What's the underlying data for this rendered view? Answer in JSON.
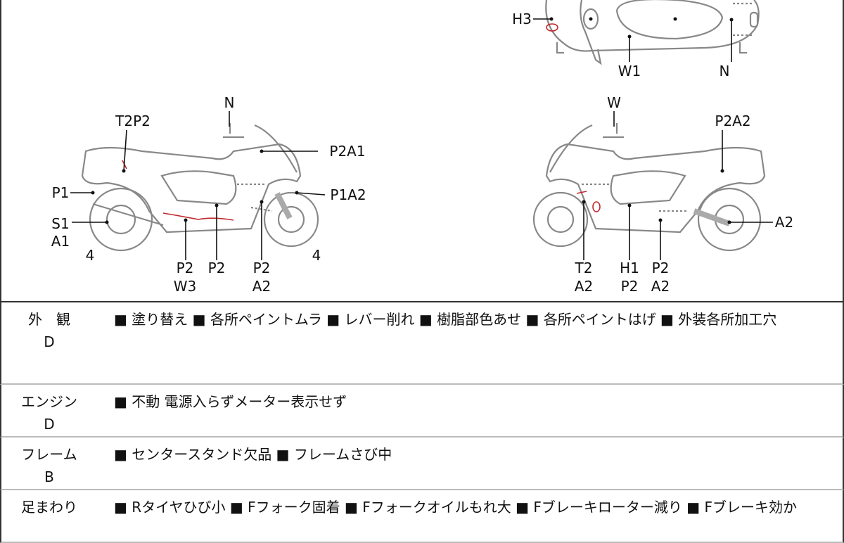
{
  "diagram": {
    "top_view": {
      "labels": [
        "H3",
        "W1",
        "N"
      ]
    },
    "left_view": {
      "labels": [
        "N",
        "T2P2",
        "P2A1",
        "P1",
        "P1A2",
        "S1",
        "A1",
        "4",
        "P2",
        "W3",
        "P2",
        "P2",
        "A2",
        "4"
      ]
    },
    "right_view": {
      "labels": [
        "W",
        "P2A2",
        "A2",
        "T2",
        "A2",
        "H1",
        "P2",
        "P2",
        "A2"
      ]
    },
    "damage_color": "#c0282d"
  },
  "table": {
    "rows": [
      {
        "label": "外　観",
        "grade": "D",
        "text": "■ 塗り替え ■ 各所ペイントムラ ■ レバー削れ ■ 樹脂部色あせ ■ 各所ペイントはげ ■ 外装各所加工穴"
      },
      {
        "label": "エンジン",
        "grade": "D",
        "text": "■ 不動 電源入らずメーター表示せず"
      },
      {
        "label": "フレーム",
        "grade": "B",
        "text": "■ センタースタンド欠品 ■ フレームさび中"
      },
      {
        "label": "足まわり",
        "grade": "",
        "text": "■ Rタイヤひび小 ■ Fフォーク固着 ■ Fフォークオイルもれ大 ■ Fブレーキローター減り ■ Fブレーキ効か"
      }
    ]
  }
}
